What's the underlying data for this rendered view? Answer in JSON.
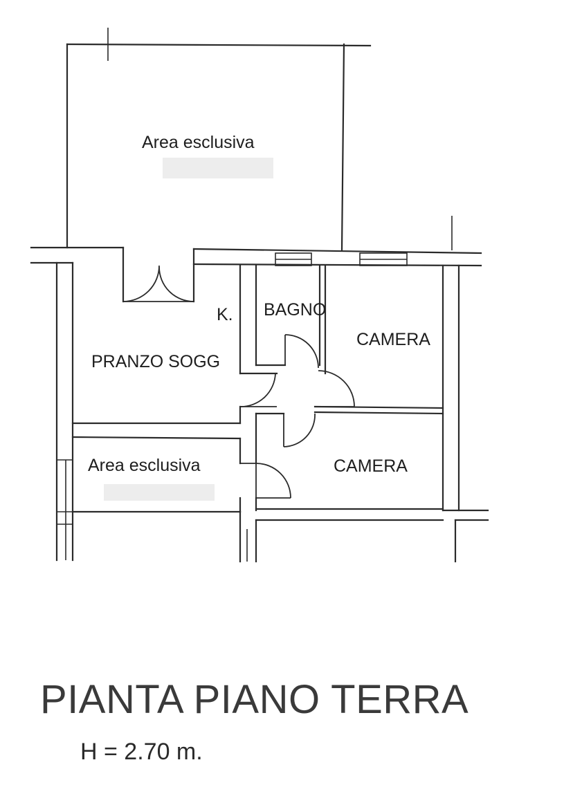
{
  "floor_plan": {
    "rooms": {
      "area_esclusiva_top": "Area esclusiva",
      "kitchen": "K.",
      "bagno": "BAGNO",
      "camera_upper": "CAMERA",
      "pranzo_sogg": "PRANZO SOGG",
      "area_esclusiva_bottom": "Area esclusiva",
      "camera_lower": "CAMERA"
    }
  },
  "title": "PIANTA PIANO TERRA",
  "height_note": "H = 2.70 m."
}
